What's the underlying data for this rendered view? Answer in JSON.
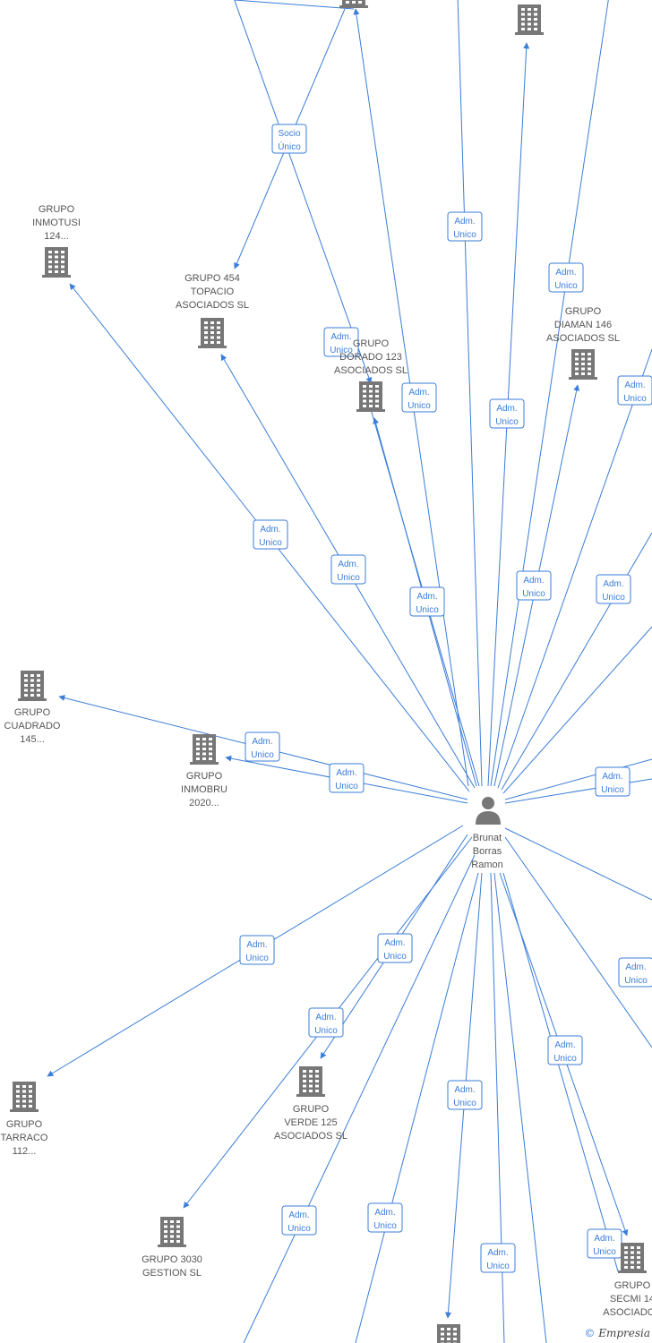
{
  "center": {
    "lines": [
      "Brunat",
      "Borras",
      "Ramon"
    ]
  },
  "nodes": [
    {
      "id": "top-partial",
      "lines": []
    },
    {
      "id": "top-right-partial",
      "lines": []
    },
    {
      "id": "inmotusi",
      "lines": [
        "GRUPO",
        "INMOTUSI",
        "124..."
      ]
    },
    {
      "id": "topacio",
      "lines": [
        "GRUPO 454",
        "TOPACIO",
        "ASOCIADOS  SL"
      ]
    },
    {
      "id": "dorado",
      "lines": [
        "GRUPO",
        "DORADO 123",
        "ASOCIADOS  SL"
      ]
    },
    {
      "id": "diaman",
      "lines": [
        "GRUPO",
        "DIAMAN 146",
        "ASOCIADOS  SL"
      ]
    },
    {
      "id": "cuadrado",
      "lines": [
        "GRUPO",
        "CUADRADO",
        "145..."
      ]
    },
    {
      "id": "inmobru",
      "lines": [
        "GRUPO",
        "INMOBRU",
        "2020..."
      ]
    },
    {
      "id": "tarraco",
      "lines": [
        "GRUPO",
        "TARRACO",
        "112..."
      ]
    },
    {
      "id": "verde",
      "lines": [
        "GRUPO",
        "VERDE 125",
        "ASOCIADOS  SL"
      ]
    },
    {
      "id": "gestion",
      "lines": [
        "GRUPO 3030",
        "GESTION  SL"
      ]
    },
    {
      "id": "secmi",
      "lines": [
        "GRUPO",
        "SECMI 14",
        "ASOCIADOS"
      ]
    },
    {
      "id": "bottom-partial",
      "lines": []
    }
  ],
  "edge_labels": [
    {
      "id": "socio",
      "lines": [
        "Socio",
        "Único"
      ]
    },
    {
      "id": "e1",
      "lines": [
        "Adm.",
        "Unico"
      ]
    },
    {
      "id": "e2",
      "lines": [
        "Adm.",
        "Unico"
      ]
    },
    {
      "id": "e3",
      "lines": [
        "Adm.",
        "Unico"
      ]
    },
    {
      "id": "e4",
      "lines": [
        "Adm.",
        "Unico"
      ]
    },
    {
      "id": "e5",
      "lines": [
        "Adm.",
        "Unico"
      ]
    },
    {
      "id": "e6",
      "lines": [
        "Adm.",
        "Unico"
      ]
    },
    {
      "id": "e7",
      "lines": [
        "Adm.",
        "Unico"
      ]
    },
    {
      "id": "e8",
      "lines": [
        "Adm.",
        "Unico"
      ]
    },
    {
      "id": "e9",
      "lines": [
        "Adm.",
        "Unico"
      ]
    },
    {
      "id": "e10",
      "lines": [
        "Adm.",
        "Unico"
      ]
    },
    {
      "id": "e11",
      "lines": [
        "Adm.",
        "Unico"
      ]
    },
    {
      "id": "e12",
      "lines": [
        "Adm.",
        "Unico"
      ]
    },
    {
      "id": "e13",
      "lines": [
        "Adm.",
        "Unico"
      ]
    },
    {
      "id": "e14",
      "lines": [
        "Adm.",
        "Unico"
      ]
    },
    {
      "id": "e15",
      "lines": [
        "Adm.",
        "Unico"
      ]
    },
    {
      "id": "e16",
      "lines": [
        "Adm.",
        "Unico"
      ]
    },
    {
      "id": "e17",
      "lines": [
        "Adm.",
        "Unico"
      ]
    },
    {
      "id": "e18",
      "lines": [
        "Adm.",
        "Unico"
      ]
    },
    {
      "id": "e19",
      "lines": [
        "Adm.",
        "Unico"
      ]
    },
    {
      "id": "e20",
      "lines": [
        "Adm.",
        "Unico"
      ]
    },
    {
      "id": "e21",
      "lines": [
        "Adm.",
        "Unico"
      ]
    },
    {
      "id": "e22",
      "lines": [
        "Adm.",
        "Unico"
      ]
    },
    {
      "id": "e23",
      "lines": [
        "Adm.",
        "Unico"
      ]
    }
  ],
  "footer": {
    "copyright_symbol": "©",
    "brand": "Empresia"
  },
  "colors": {
    "edge": "#3b7dd8",
    "icon": "#777777",
    "label": "#555555"
  }
}
